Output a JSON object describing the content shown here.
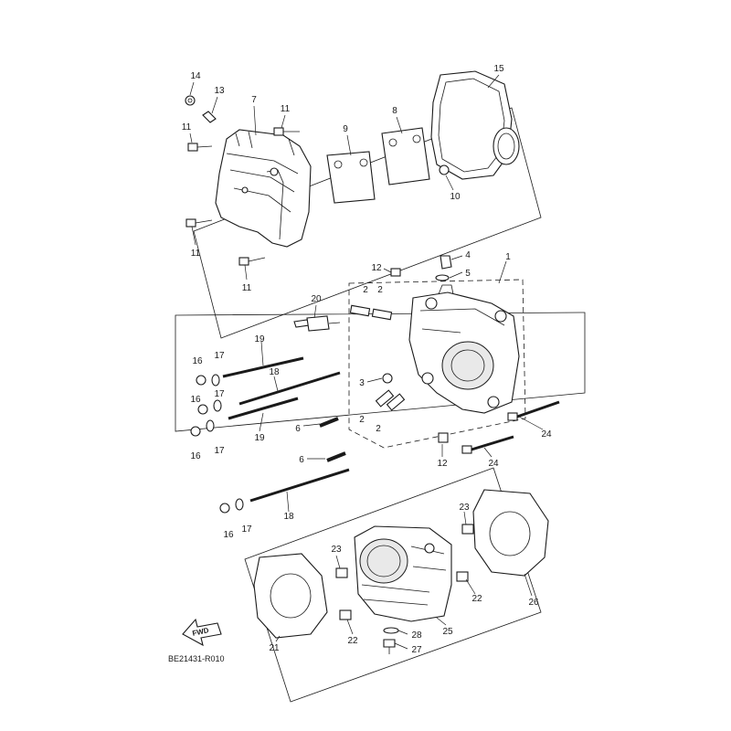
{
  "diagram": {
    "code": "BE21431-R010",
    "fwd_label": "FWD",
    "callouts": [
      {
        "id": "c14",
        "text": "14"
      },
      {
        "id": "c13",
        "text": "13"
      },
      {
        "id": "c7",
        "text": "7"
      },
      {
        "id": "c11a",
        "text": "11"
      },
      {
        "id": "c11b",
        "text": "11"
      },
      {
        "id": "c11c",
        "text": "11"
      },
      {
        "id": "c11d",
        "text": "11"
      },
      {
        "id": "c9",
        "text": "9"
      },
      {
        "id": "c8",
        "text": "8"
      },
      {
        "id": "c15",
        "text": "15"
      },
      {
        "id": "c10",
        "text": "10"
      },
      {
        "id": "c4",
        "text": "4"
      },
      {
        "id": "c5",
        "text": "5"
      },
      {
        "id": "c1",
        "text": "1"
      },
      {
        "id": "c12a",
        "text": "12"
      },
      {
        "id": "c12b",
        "text": "12"
      },
      {
        "id": "c2a",
        "text": "2"
      },
      {
        "id": "c2b",
        "text": "2"
      },
      {
        "id": "c2c",
        "text": "2"
      },
      {
        "id": "c2d",
        "text": "2"
      },
      {
        "id": "c20",
        "text": "20"
      },
      {
        "id": "c19a",
        "text": "19"
      },
      {
        "id": "c19b",
        "text": "19"
      },
      {
        "id": "c18a",
        "text": "18"
      },
      {
        "id": "c18b",
        "text": "18"
      },
      {
        "id": "c3",
        "text": "3"
      },
      {
        "id": "c16a",
        "text": "16"
      },
      {
        "id": "c16b",
        "text": "16"
      },
      {
        "id": "c16c",
        "text": "16"
      },
      {
        "id": "c16d",
        "text": "16"
      },
      {
        "id": "c17a",
        "text": "17"
      },
      {
        "id": "c17b",
        "text": "17"
      },
      {
        "id": "c17c",
        "text": "17"
      },
      {
        "id": "c17d",
        "text": "17"
      },
      {
        "id": "c6a",
        "text": "6"
      },
      {
        "id": "c6b",
        "text": "6"
      },
      {
        "id": "c24a",
        "text": "24"
      },
      {
        "id": "c24b",
        "text": "24"
      },
      {
        "id": "c23a",
        "text": "23"
      },
      {
        "id": "c23b",
        "text": "23"
      },
      {
        "id": "c22a",
        "text": "22"
      },
      {
        "id": "c22b",
        "text": "22"
      },
      {
        "id": "c26",
        "text": "26"
      },
      {
        "id": "c25",
        "text": "25"
      },
      {
        "id": "c21",
        "text": "21"
      },
      {
        "id": "c28",
        "text": "28"
      },
      {
        "id": "c27",
        "text": "27"
      }
    ]
  }
}
